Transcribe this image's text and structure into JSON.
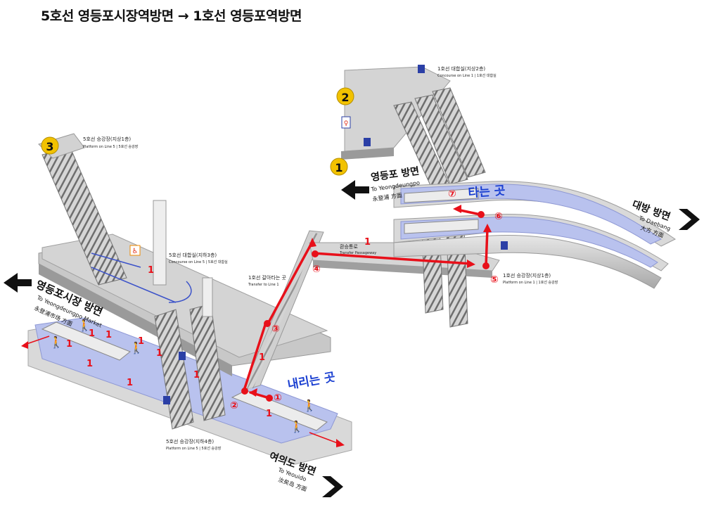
{
  "title": "5호선 영등포시장역방면 → 1호선 영등포역방면",
  "directions": {
    "left_line5": {
      "ko": "영등포시장 방면",
      "en": "To Yeongdeungpo Market",
      "cn": "永登浦市场 方面"
    },
    "right_line5": {
      "ko": "여의도 방면",
      "en": "To Yeouido",
      "cn": "汝矣岛 方面"
    },
    "left_line1": {
      "ko": "영등포 방면",
      "en": "To Yeongdeungpo",
      "cn": "永登浦 方面"
    },
    "right_line1": {
      "ko": "대방 방면",
      "en": "To Daebang",
      "cn": "大方 方面"
    }
  },
  "labels": {
    "line5_exit3": "5호선 승강장(지상1층)",
    "line5_exit3_en": "Platform on Line 5 | 5호선 승강장",
    "line5_concourse": "5호선 대합실(지하3층)",
    "line5_concourse_en": "Concourse on Line 5 | 5호선 대합실",
    "line5_platform": "5호선 승강장(지하4층)",
    "line5_platform_en": "Platform on Line 5 | 5호선 승강장",
    "transfer_passage": "1호선 갈아타는 곳",
    "transfer_passage_en": "Transfer to Line 1",
    "transfer_corridor": "환승통로",
    "transfer_corridor_en": "Transfer Passageway",
    "line1_concourse": "1호선 대합실(지상2층)",
    "line1_concourse_en": "Concourse on Line 1 | 1호선 대합실",
    "line1_platform": "1호선 승강장(지상1층)",
    "line1_platform_en": "Platform on Line 1 | 1호선 승강장"
  },
  "exits": {
    "exit1": "1",
    "exit2": "2",
    "exit3": "3"
  },
  "route": {
    "alight_label": "내리는 곳",
    "board_label": "타는 곳",
    "steps": [
      "①",
      "②",
      "③",
      "④",
      "⑤",
      "⑥",
      "⑦"
    ]
  },
  "colors": {
    "route": "#e8101a",
    "callout": "#1a3fd1",
    "exit_badge": "#f2c200",
    "platform_blue": "#b9c2ee",
    "floor_gray": "#c8c8c8",
    "wall_gray": "#9a9a9a"
  },
  "icons": [
    "restroom-icon",
    "elevator-icon",
    "stairs-icon",
    "wheelchair-icon",
    "escalator-icon"
  ]
}
